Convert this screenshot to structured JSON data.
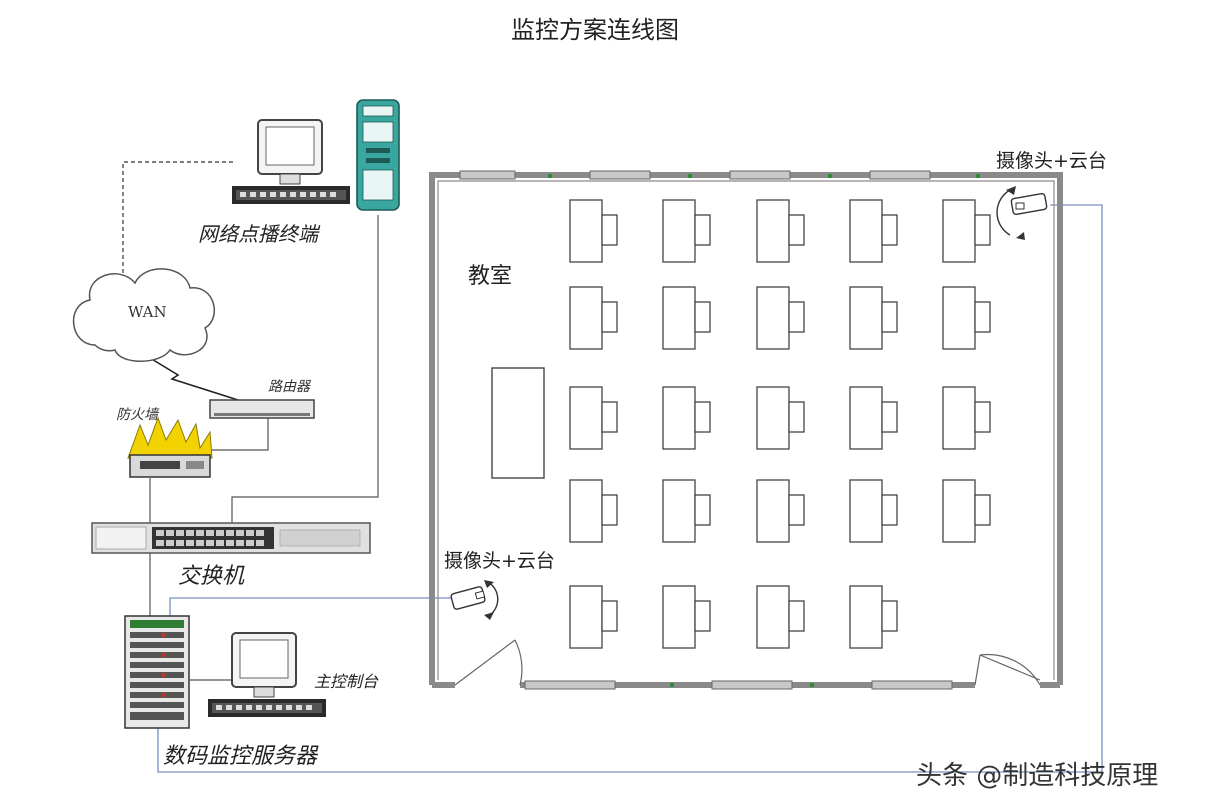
{
  "title": "监控方案连线图",
  "labels": {
    "network_terminal": "网络点播终端",
    "wan": "WAN",
    "router": "路由器",
    "firewall": "防火墙",
    "switch": "交换机",
    "classroom": "教室",
    "camera_top": "摄像头+云台",
    "camera_bottom": "摄像头+云台",
    "console": "主控制台",
    "server": "数码监控服务器"
  },
  "watermark": "头条 @制造科技原理",
  "colors": {
    "wall": "#8a8a8a",
    "link_blue": "#7a8fc0",
    "server_teal": "#3aa6a0",
    "firewall_yellow": "#f2d200"
  }
}
